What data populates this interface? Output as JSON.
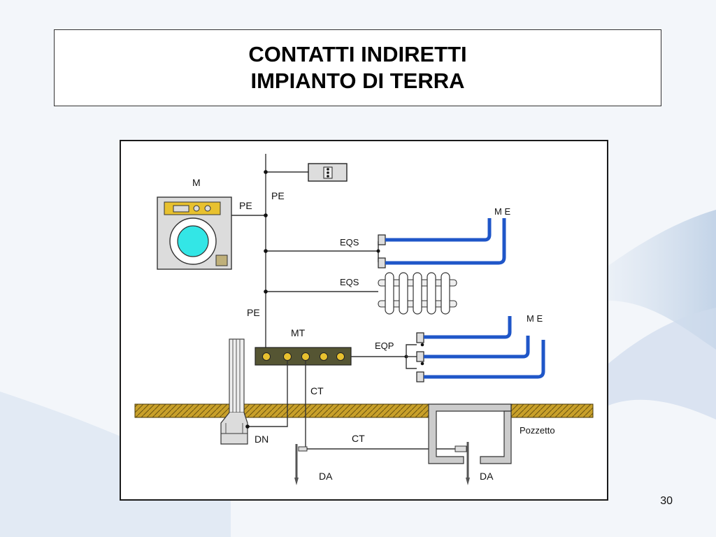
{
  "slide": {
    "title_line1": "CONTATTI INDIRETTI",
    "title_line2": "IMPIANTO DI TERRA",
    "page_number": "30"
  },
  "diagram": {
    "labels": {
      "m": "M",
      "pe_top": "PE",
      "pe_side": "PE",
      "pe_lower": "PE",
      "me_top": "M E",
      "eqs_top": "EQS",
      "eqs_radiator": "EQS",
      "mt": "MT",
      "me_lower": "M E",
      "eqp": "EQP",
      "ct_vertical": "CT",
      "ct_horizontal": "CT",
      "dn": "DN",
      "da_left": "DA",
      "da_right": "DA",
      "pozzetto": "Pozzetto"
    }
  },
  "colors": {
    "pipe_blue": "#1f56c8",
    "ground_brown": "#c8a02a",
    "washer_panel": "#e8c12f",
    "washer_window": "#33e6e6",
    "bar_green": "#555533",
    "bar_node": "#e8c12f"
  }
}
